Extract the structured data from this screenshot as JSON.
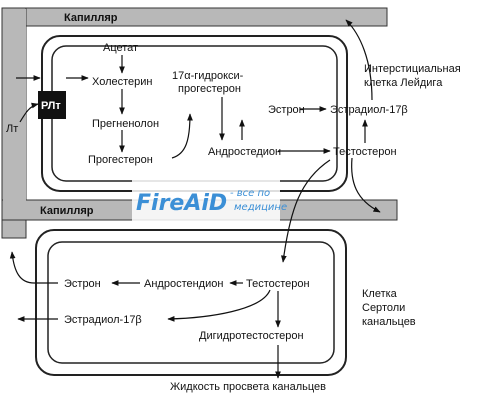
{
  "vessels": {
    "top_capillary": "Капилляр",
    "bottom_capillary": "Капилляр",
    "lh": "Лт",
    "lh_receptor": "РЛт"
  },
  "leydig": {
    "cell_label_line1": "Интерстициальная",
    "cell_label_line2": "клетка Лейдига",
    "acetate": "Ацетат",
    "cholesterol": "Холестерин",
    "pregnenolone": "Прегненолон",
    "progesterone": "Прогестерон",
    "hydroxyprogesterone_line1": "17α-гидрокси-",
    "hydroxyprogesterone_line2": "прогестерон",
    "androstenedione": "Андростедион",
    "estrone": "Эстрон",
    "estradiol": "Эстрадиол-17β",
    "testosterone": "Тестостерон"
  },
  "sertoli": {
    "cell_label_line1": "Клетка",
    "cell_label_line2": "Сертоли",
    "cell_label_line3": "канальцев",
    "estrone": "Эстрон",
    "androstenedione": "Андростендион",
    "testosterone": "Тестостерон",
    "estradiol": "Эстрадиол-17β",
    "dht": "Дигидротестостерон",
    "lumen_fluid": "Жидкость просвета канальцев"
  },
  "watermark": {
    "brand": "FireAiD",
    "tagline_line1": "- все по",
    "tagline_line2": "медицине"
  },
  "colors": {
    "vessel_fill": "#b8b8b8",
    "cell_border": "#222222",
    "receptor_fill": "#111111",
    "watermark": "#3b8fd6"
  }
}
